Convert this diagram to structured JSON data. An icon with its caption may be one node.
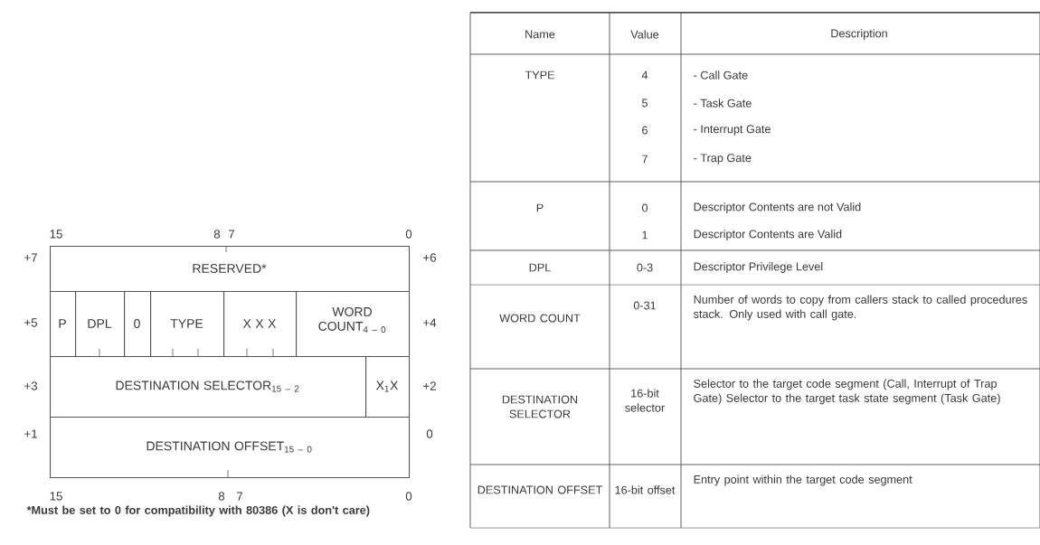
{
  "diagram": {
    "nodes": [
      {
        "text": [
          "RESERVED*"
        ]
      },
      {
        "text": [
          "P"
        ]
      },
      {
        "text": [
          "DPL"
        ]
      },
      {
        "text": [
          "0"
        ]
      },
      {
        "text": [
          "TYPE"
        ]
      },
      {
        "text": [
          "X X X"
        ]
      },
      {
        "text": [
          "WORD COUNT$_{4 – 0}$"
        ]
      },
      {
        "text": [
          "DESTINATION SELECTOR$_{15 – 2}$"
        ]
      },
      {
        "text": [
          "X$_{1}$X"
        ]
      },
      {
        "text": [
          "DESTINATION OFFSET$_{15 – 0}$"
        ]
      }
    ],
    "labels": [
      "15",
      "8",
      "7",
      "0",
      "+7",
      "+6",
      "+5",
      "+4",
      "+3",
      "+2",
      "+1",
      "0",
      "15",
      "8",
      "7",
      "0",
      "*Must be set to 0 for compatibility with 80386 (X is don't care)",
      "Name",
      "Value",
      "Description",
      "TYPE",
      "4",
      "- Call Gate",
      "5",
      "- Task Gate",
      "6",
      "- Interrupt Gate",
      "7",
      "- Trap Gate",
      "P",
      "0",
      "Descriptor Contents are not Valid",
      "1",
      "Descriptor Contents are Valid",
      "DPL",
      "0-3",
      "Descriptor Privilege Level",
      "WORD COUNT",
      "0-31",
      "Number of words to copy from callers stack to called procedures stack. Only used with call gate.",
      "DESTINATION SELECTOR",
      "16-bit selector",
      "Selector to the target code segment (Call, Interrupt of Trap Gate) Selector to the target task state segment (Task Gate)",
      "DESTINATION OFFSET",
      "16-bit offset",
      "Entry point within the target code segment"
    ]
  }
}
